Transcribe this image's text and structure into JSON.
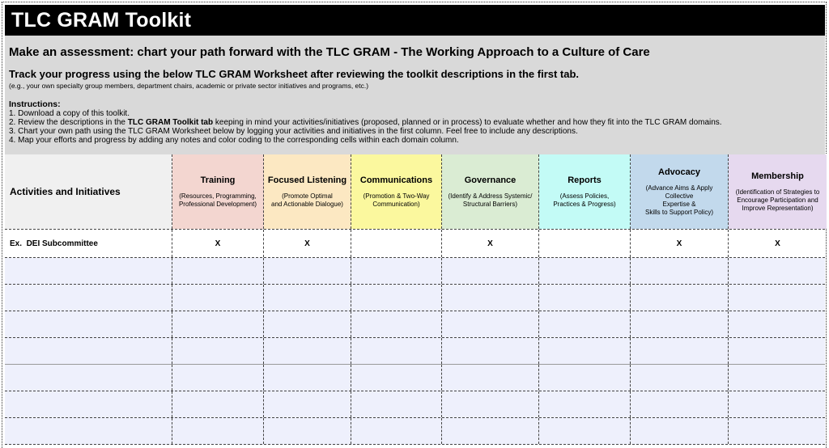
{
  "banner": {
    "title": "TLC GRAM Toolkit"
  },
  "intro": {
    "heading": "Make an assessment: chart your path forward with the TLC GRAM - The Working Approach to a Culture of Care",
    "subheading": "Track your progress using the below TLC GRAM Worksheet after reviewing the toolkit descriptions in the first tab.",
    "note": "(e.g., your own specialty group members, department chairs, academic or private sector initiatives and programs, etc.)",
    "instructions": {
      "label": "Instructions:",
      "line1": "1. Download a copy of this toolkit.",
      "line2_pre": "2. Review the descriptions in the ",
      "line2_bold": "TLC GRAM Toolkit tab",
      "line2_post": " keeping in mind your activities/initiatives (proposed, planned or in process) to evaluate whether and how they fit into the TLC GRAM domains.",
      "line3": "3. Chart your own path using the TLC GRAM Worksheet below by logging your activities and initiatives in the first column. Feel free to include any descriptions.",
      "line4": "4. Map your efforts and progress by adding any notes and color coding to the corresponding cells within each domain column."
    }
  },
  "worksheet": {
    "row_header_label": "Activities and Initiatives",
    "columns": [
      {
        "name": "Training",
        "subtitle": "(Resources, Programming,\nProfessional Development)",
        "color": "#f3d6d0"
      },
      {
        "name": "Focused Listening",
        "subtitle": "(Promote Optimal\nand Actionable Dialogue)",
        "color": "#fce8c2"
      },
      {
        "name": "Communications",
        "subtitle": "(Promotion & Two-Way\nCommunication)",
        "color": "#fbf89e"
      },
      {
        "name": "Governance",
        "subtitle": "(Identify & Address Systemic/\nStructural Barriers)",
        "color": "#daecd3"
      },
      {
        "name": "Reports",
        "subtitle": "(Assess Policies,\nPractices & Progress)",
        "color": "#c3fbf6"
      },
      {
        "name": "Advocacy",
        "subtitle": "(Advance Aims & Apply Collective\nExpertise &\nSkills to Support Policy)",
        "color": "#c2d9ec"
      },
      {
        "name": "Membership",
        "subtitle": "(Identification of Strategies to\nEncourage Participation and\nImprove Representation)",
        "color": "#e6d9ef"
      }
    ],
    "example_row": {
      "label": "Ex.  DEI Subcommittee",
      "marks": [
        "X",
        "X",
        "",
        "X",
        "",
        "X",
        "X"
      ]
    },
    "empty_row_count": 7,
    "solid_line_after_empty_row": 4
  }
}
